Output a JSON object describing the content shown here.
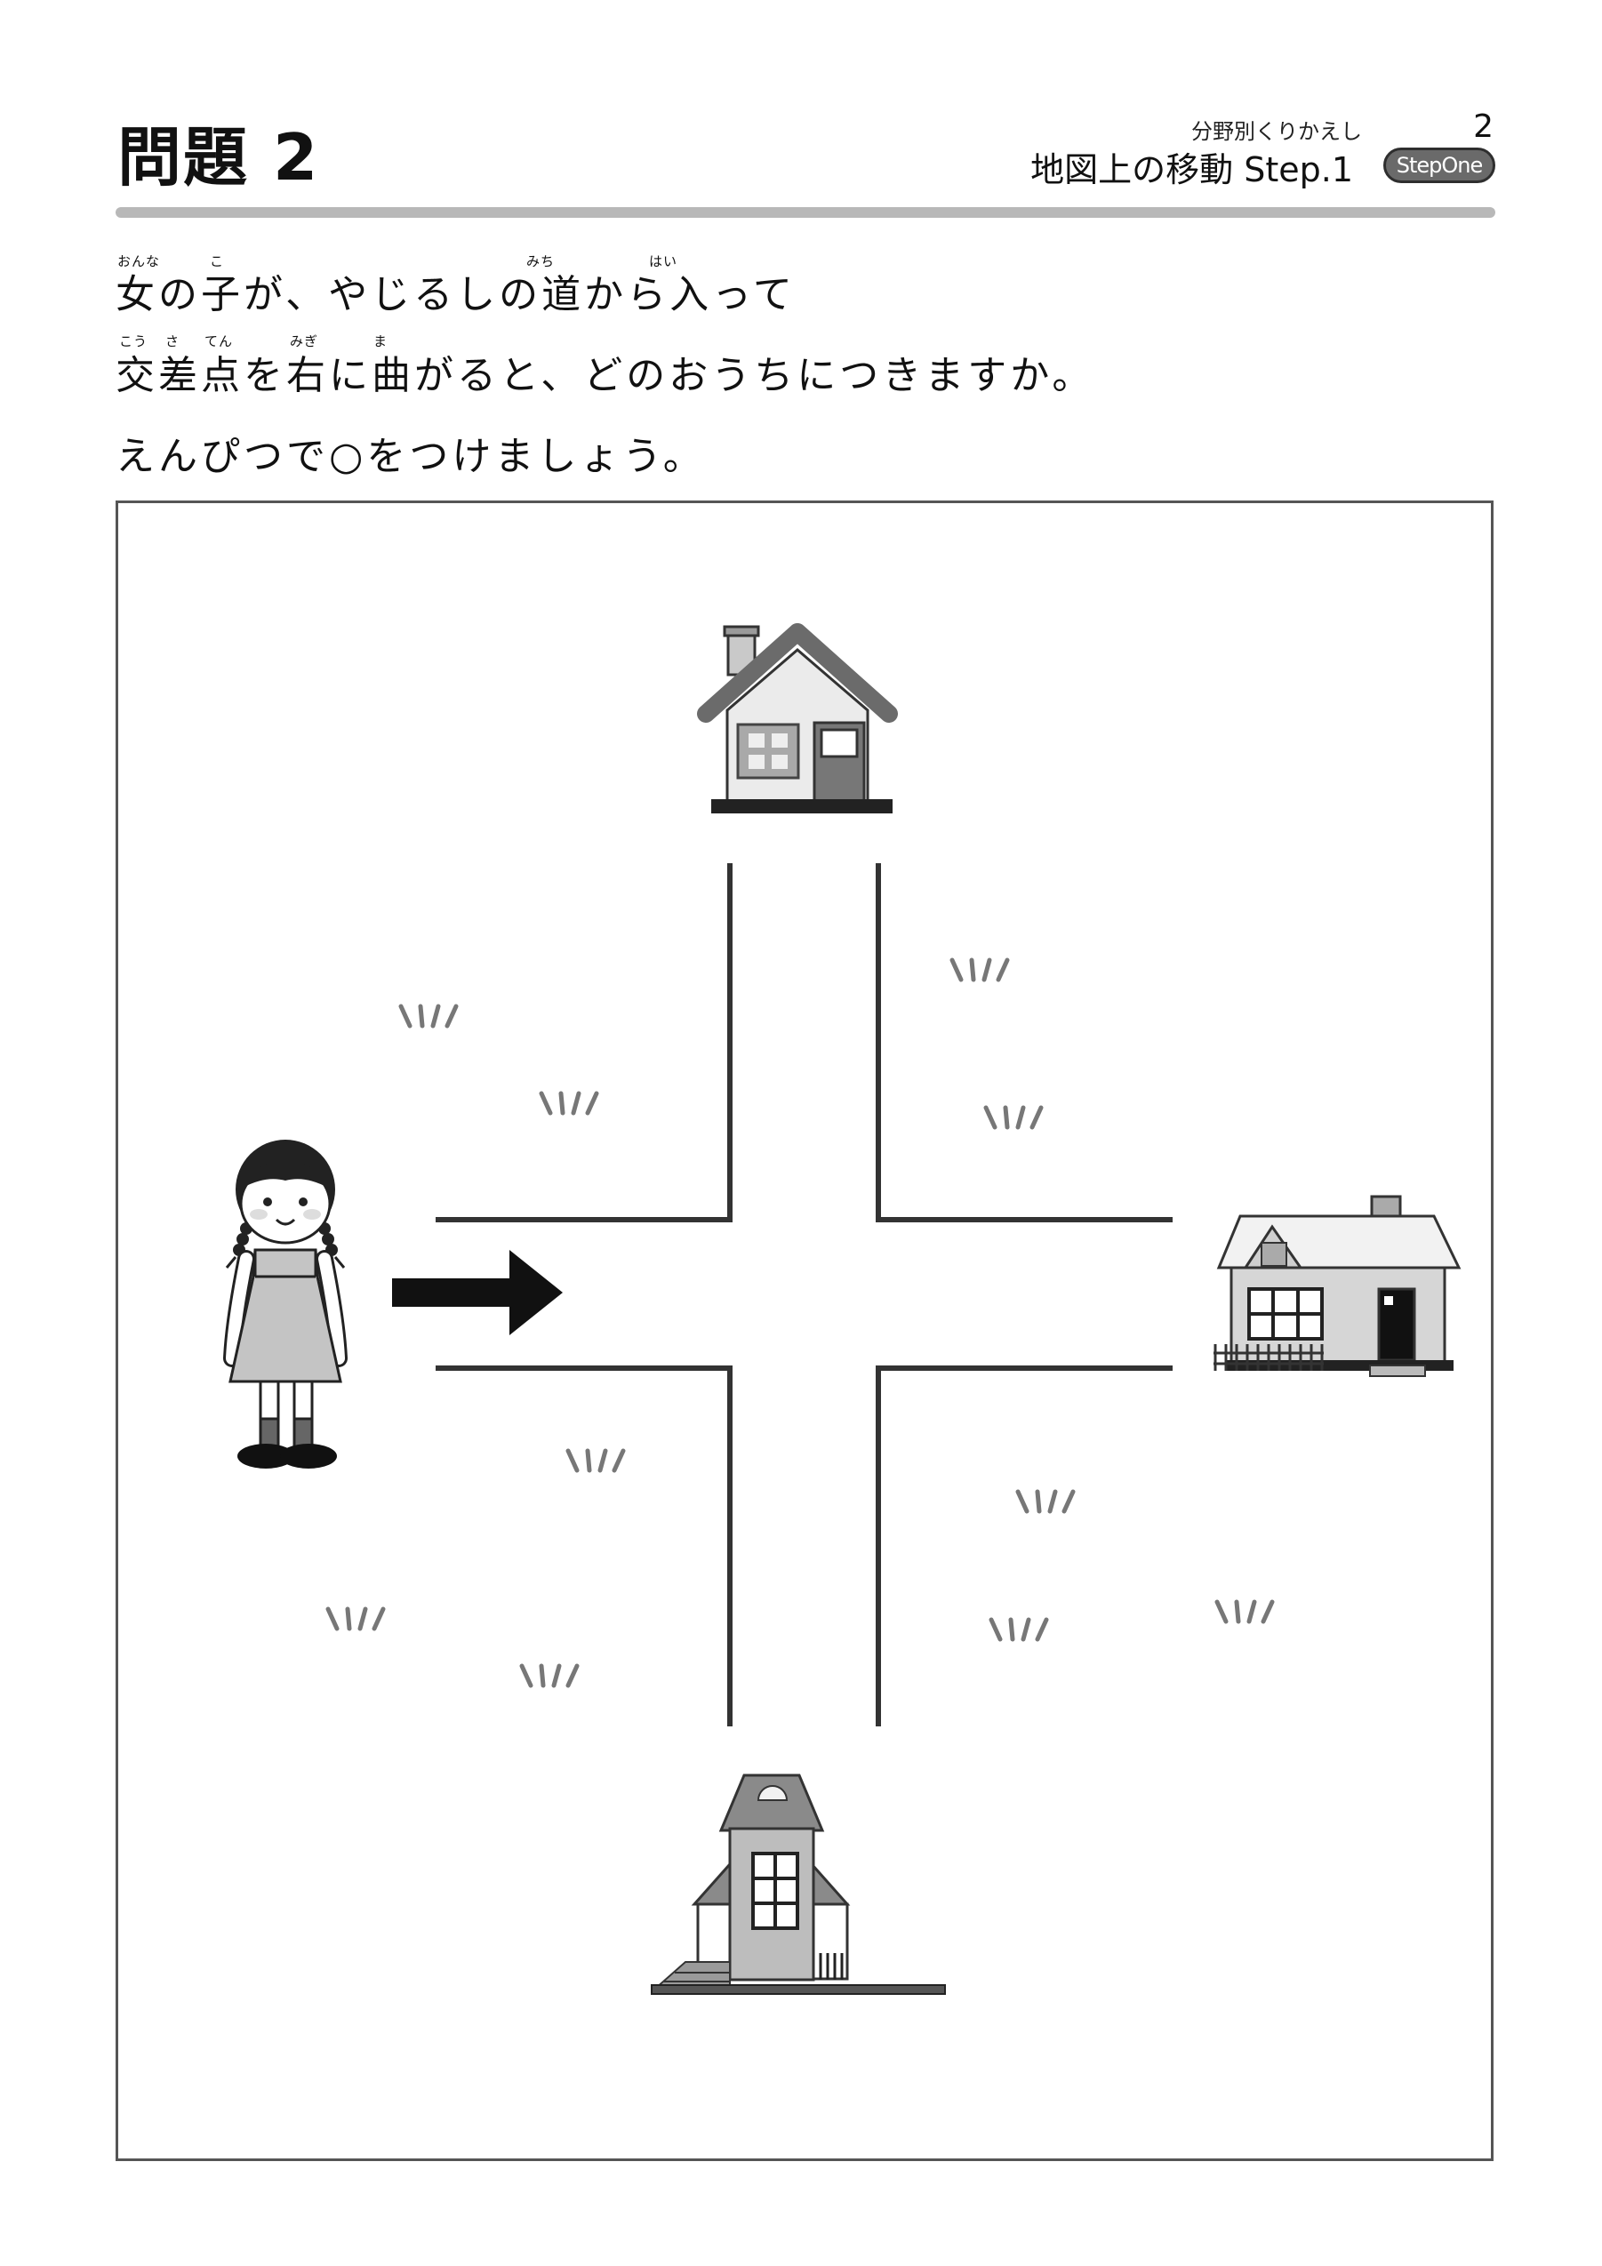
{
  "header": {
    "title": "問題 2",
    "category": "分野別くりかえし",
    "page_number": "2",
    "subtitle": "地図上の移動 Step.1",
    "badge": "StepOne"
  },
  "question": {
    "line1": "女の子が、やじるしの道から入って",
    "line2": "交差点を右に曲がると、どのおうちにつきますか。",
    "line3": "えんぴつで○をつけましょう。",
    "ruby_line1": [
      "おんな",
      "こ",
      "みち",
      "はい"
    ],
    "ruby_line2": [
      "こう",
      "さ",
      "てん",
      "みぎ",
      "ま"
    ]
  },
  "map": {
    "houses": [
      "house-top",
      "house-right",
      "house-bottom"
    ],
    "character": "girl",
    "arrow_direction": "right"
  }
}
